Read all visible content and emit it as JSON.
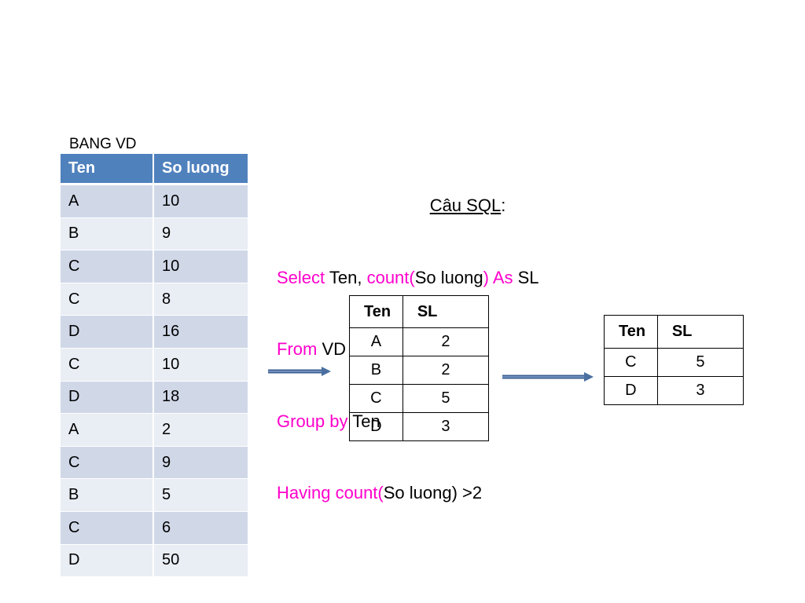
{
  "main_table": {
    "caption": "BANG VD",
    "headers": [
      "Ten",
      "So luong"
    ],
    "rows": [
      [
        "A",
        "10"
      ],
      [
        "B",
        "9"
      ],
      [
        "C",
        "10"
      ],
      [
        "C",
        "8"
      ],
      [
        "D",
        "16"
      ],
      [
        "C",
        "10"
      ],
      [
        "D",
        "18"
      ],
      [
        "A",
        "2"
      ],
      [
        "C",
        "9"
      ],
      [
        "B",
        "5"
      ],
      [
        "C",
        "6"
      ],
      [
        "D",
        "50"
      ]
    ]
  },
  "sql": {
    "title": "Câu SQL",
    "title_suffix": ":",
    "line1": {
      "kw1": "Select",
      "t1": " Ten, ",
      "kw2": "count(",
      "t2": "So luong",
      "kw3": ") As",
      "t3": " SL"
    },
    "line2": {
      "kw1": "From",
      "t1": " VD"
    },
    "line3": {
      "kw1": "Group by",
      "t1": " Ten"
    },
    "line4": {
      "kw1": "Having count(",
      "t1": "So luong) >2"
    }
  },
  "grouped_table": {
    "headers": [
      "Ten",
      "SL"
    ],
    "rows": [
      [
        "A",
        "2"
      ],
      [
        "B",
        "2"
      ],
      [
        "C",
        "5"
      ],
      [
        "D",
        "3"
      ]
    ]
  },
  "having_table": {
    "headers": [
      "Ten",
      "SL"
    ],
    "rows": [
      [
        "C",
        "5"
      ],
      [
        "D",
        "3"
      ]
    ]
  },
  "colors": {
    "header_blue": "#4f81bd",
    "row_odd": "#d0d8e8",
    "row_even": "#e9edf4",
    "keyword_magenta": "#ff00cc",
    "arrow": "#4a6fa0"
  }
}
